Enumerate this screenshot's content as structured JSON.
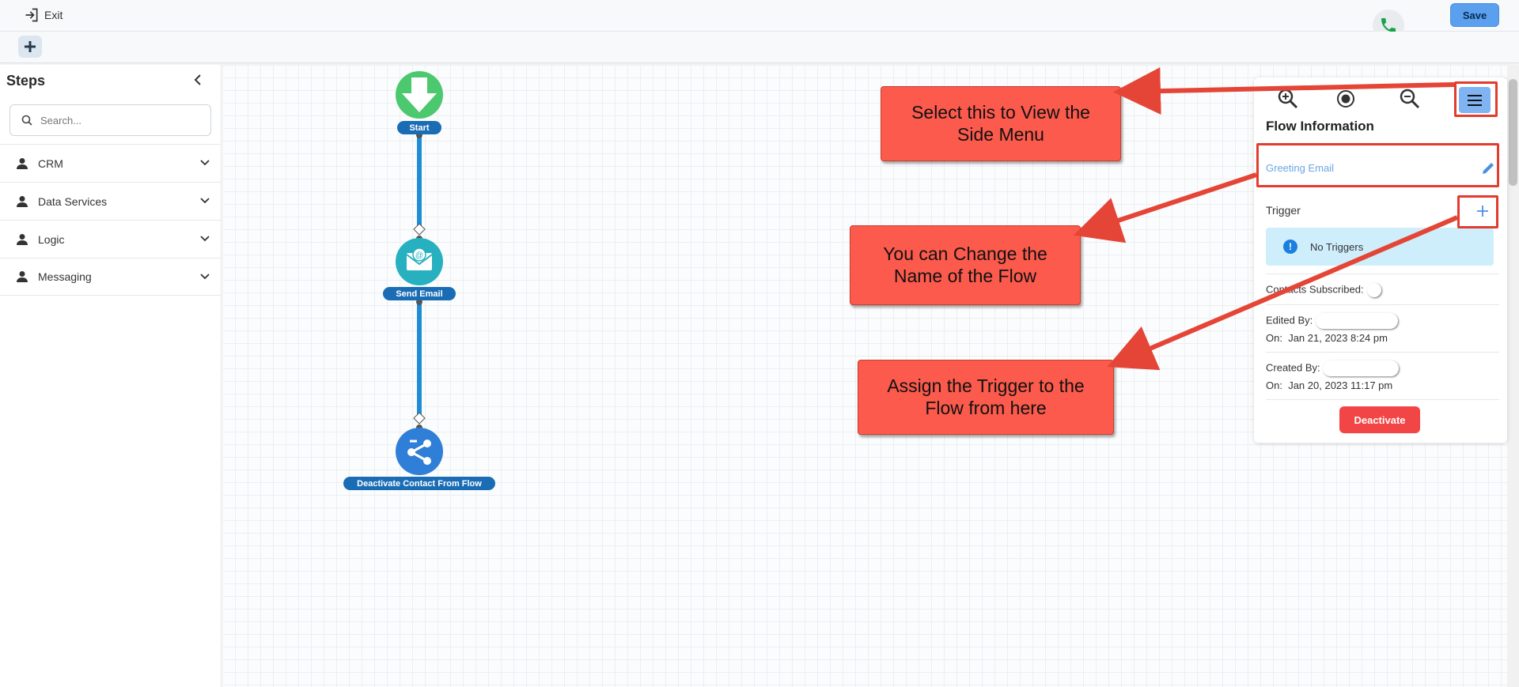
{
  "topbar": {
    "exit_label": "Exit",
    "save_label": "Save"
  },
  "sidebar": {
    "title": "Steps",
    "search_placeholder": "Search...",
    "categories": [
      {
        "label": "CRM"
      },
      {
        "label": "Data Services"
      },
      {
        "label": "Logic"
      },
      {
        "label": "Messaging"
      }
    ]
  },
  "flow": {
    "nodes": [
      {
        "label": "Start",
        "icon": "arrow-down-icon"
      },
      {
        "label": "Send Email",
        "icon": "email-icon"
      },
      {
        "label": "Deactivate Contact From Flow",
        "icon": "share-icon"
      }
    ]
  },
  "panel": {
    "title": "Flow Information",
    "flow_name": "Greeting Email",
    "trigger_label": "Trigger",
    "no_triggers": "No Triggers",
    "contacts_subscribed_label": "Contacts Subscribed:",
    "edited_by_label": "Edited By:",
    "edited_on_label": "On:",
    "edited_on_value": "Jan 21, 2023 8:24 pm",
    "created_by_label": "Created By:",
    "created_on_label": "On:",
    "created_on_value": "Jan 20, 2023 11:17 pm",
    "deactivate_label": "Deactivate"
  },
  "callouts": {
    "side_menu": "Select this to View the Side Menu",
    "change_name": "You can Change the Name of the Flow",
    "assign_trigger": "Assign the Trigger to the Flow from here"
  },
  "colors": {
    "accent": "#1a6db5",
    "callout": "#fb5a4c",
    "danger": "#f24545",
    "start_node": "#4cc86e",
    "email_node": "#26b0c0",
    "share_node": "#2f7fd8"
  }
}
